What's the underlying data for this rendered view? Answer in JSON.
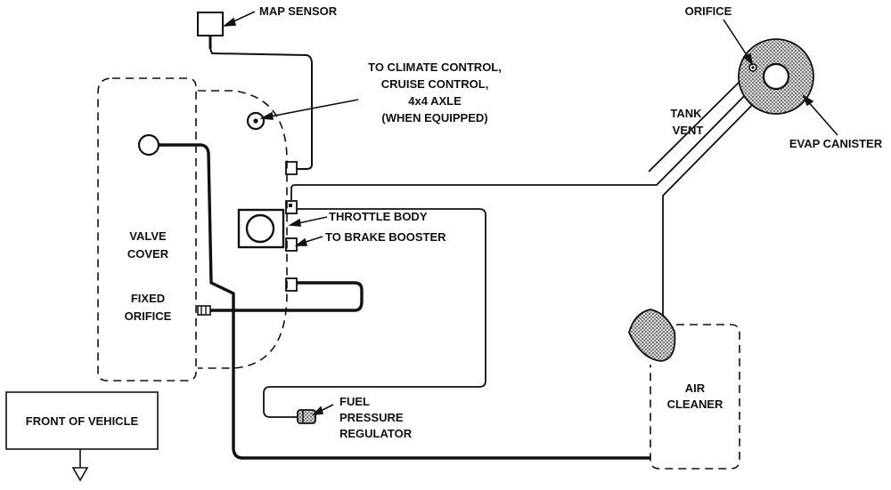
{
  "labels": {
    "map_sensor": "MAP SENSOR",
    "to_climate_1": "TO CLIMATE CONTROL,",
    "to_climate_2": "CRUISE CONTROL,",
    "to_climate_3": "4x4 AXLE",
    "to_climate_4": "(WHEN EQUIPPED)",
    "orifice": "ORIFICE",
    "tank": "TANK",
    "vent": "VENT",
    "evap_canister": "EVAP CANISTER",
    "valve": "VALVE",
    "cover": "COVER",
    "fixed": "FIXED",
    "orifice_fixed": "ORIFICE",
    "throttle_body": "THROTTLE BODY",
    "to_brake_booster": "TO BRAKE BOOSTER",
    "fuel": "FUEL",
    "pressure": "PRESSURE",
    "regulator": "REGULATOR",
    "air": "AIR",
    "cleaner": "CLEANER",
    "front_of_vehicle": "FRONT OF VEHICLE"
  },
  "colors": {
    "ink": "#111111",
    "stipple": "#9a9a9a"
  }
}
